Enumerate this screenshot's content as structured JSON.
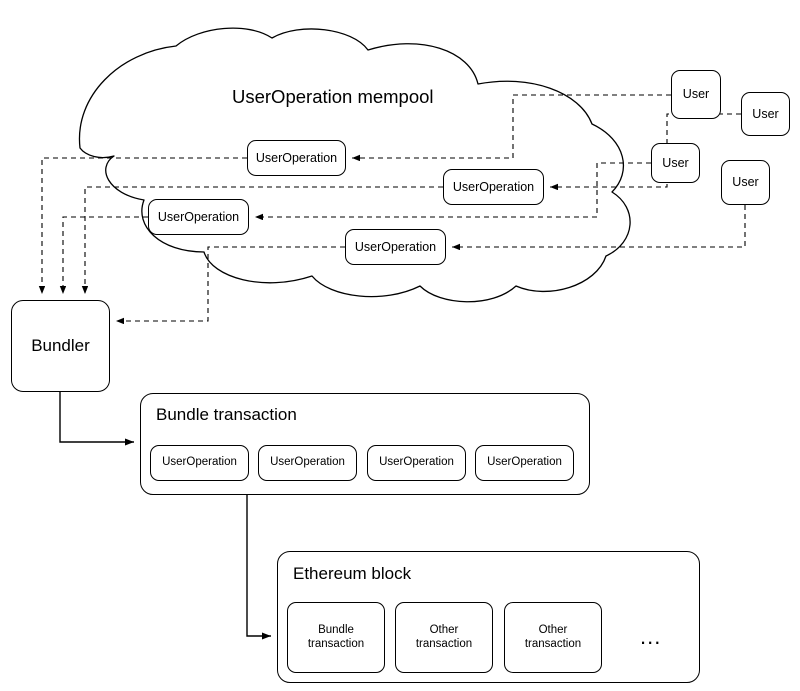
{
  "diagram": {
    "title": "UserOperation mempool",
    "background_color": "#ffffff",
    "stroke_color": "#000000",
    "mempool": {
      "label": "UserOperation mempool",
      "operations": [
        {
          "label": "UserOperation"
        },
        {
          "label": "UserOperation"
        },
        {
          "label": "UserOperation"
        },
        {
          "label": "UserOperation"
        }
      ]
    },
    "users": [
      {
        "label": "User"
      },
      {
        "label": "User"
      },
      {
        "label": "User"
      },
      {
        "label": "User"
      }
    ],
    "bundler": {
      "label": "Bundler"
    },
    "bundle_transaction": {
      "title": "Bundle transaction",
      "operations": [
        {
          "label": "UserOperation"
        },
        {
          "label": "UserOperation"
        },
        {
          "label": "UserOperation"
        },
        {
          "label": "UserOperation"
        }
      ]
    },
    "ethereum_block": {
      "title": "Ethereum block",
      "transactions": [
        {
          "label": "Bundle\ntransaction",
          "line1": "Bundle",
          "line2": "transaction"
        },
        {
          "label": "Other\ntransaction",
          "line1": "Other",
          "line2": "transaction"
        },
        {
          "label": "Other\ntransaction",
          "line1": "Other",
          "line2": "transaction"
        }
      ],
      "more_indicator": "..."
    },
    "edges": [
      {
        "from": "user-1",
        "to": "mempool-operation-1",
        "style": "dashed"
      },
      {
        "from": "user-2",
        "to": "mempool-operation-2",
        "style": "dashed"
      },
      {
        "from": "user-3",
        "to": "mempool-operation-3",
        "style": "dashed"
      },
      {
        "from": "user-4",
        "to": "mempool-operation-4",
        "style": "dashed"
      },
      {
        "from": "mempool-operation-1",
        "to": "bundler",
        "style": "dashed"
      },
      {
        "from": "mempool-operation-2",
        "to": "bundler",
        "style": "dashed"
      },
      {
        "from": "mempool-operation-3",
        "to": "bundler",
        "style": "dashed"
      },
      {
        "from": "mempool-operation-4",
        "to": "bundler",
        "style": "dashed"
      },
      {
        "from": "bundler",
        "to": "bundle-transaction",
        "style": "solid"
      },
      {
        "from": "bundle-transaction",
        "to": "ethereum-block",
        "style": "solid"
      }
    ]
  }
}
